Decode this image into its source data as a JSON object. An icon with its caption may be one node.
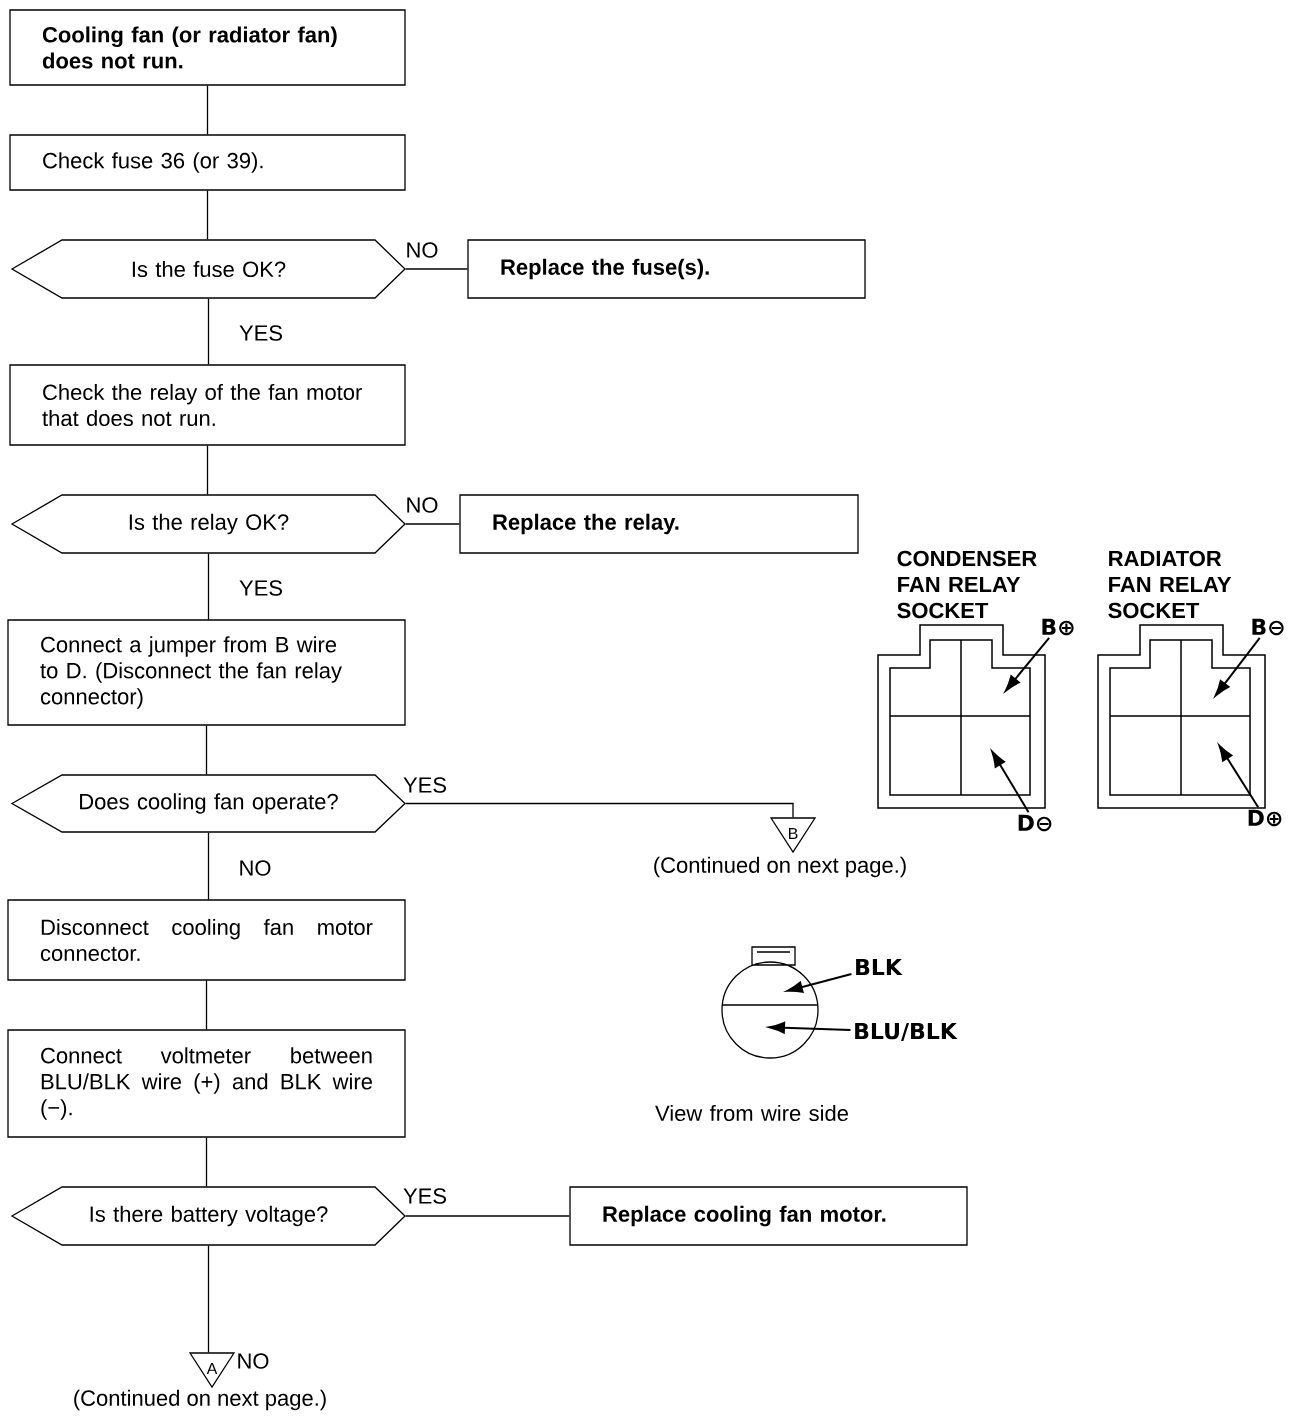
{
  "diagram": {
    "nodes": [
      {
        "text": [
          "Cooling fan (or radiator fan) does not run."
        ]
      },
      {
        "text": [
          "Check fuse 36 (or 39)."
        ]
      },
      {
        "text": [
          "Is the fuse OK?"
        ]
      },
      {
        "text": [
          "Replace the fuse(s)."
        ]
      },
      {
        "text": [
          "Check the relay of the fan motor that does not run."
        ]
      },
      {
        "text": [
          "Is the relay OK?"
        ]
      },
      {
        "text": [
          "Replace the relay."
        ]
      },
      {
        "text": [
          "Connect a jumper from B wire to D. (Disconnect the fan relay connector)"
        ]
      },
      {
        "text": [
          "Does cooling fan operate?"
        ]
      },
      {
        "text": [
          "B"
        ],
        "beside": [
          "(Continued on next page.)"
        ]
      },
      {
        "text": [
          "Disconnect cooling fan motor connector."
        ]
      },
      {
        "text": [
          "Connect voltmeter between BLU/BLK wire (+) and BLK wire (−)."
        ]
      },
      {
        "text": [
          "Is there battery voltage?"
        ]
      },
      {
        "text": [
          "Replace cooling fan motor."
        ]
      },
      {
        "text": [
          "A"
        ],
        "beside": [
          "(Continued on next page.)"
        ]
      },
      {
        "text": [
          "B⊕"
        ]
      },
      {
        "text": [
          "D⊖"
        ]
      },
      {
        "text": [
          "B⊖"
        ]
      },
      {
        "text": [
          "D⊕"
        ]
      },
      {
        "text": [
          "BLK"
        ]
      },
      {
        "text": [
          "BLU/BLK"
        ]
      }
    ],
    "edges": [
      {
        "from": 0,
        "to": 1,
        "arrow": "none"
      },
      {
        "from": 1,
        "to": 2,
        "arrow": "none"
      },
      {
        "from": 2,
        "to": 3,
        "arrow": "none",
        "label": "NO"
      },
      {
        "from": 2,
        "to": 4,
        "arrow": "none",
        "label": "YES"
      },
      {
        "from": 4,
        "to": 5,
        "arrow": "none"
      },
      {
        "from": 5,
        "to": 6,
        "arrow": "none",
        "label": "NO"
      },
      {
        "from": 5,
        "to": 7,
        "arrow": "none",
        "label": "YES"
      },
      {
        "from": 7,
        "to": 8,
        "arrow": "none"
      },
      {
        "from": 8,
        "to": 9,
        "arrow": "none",
        "label": "YES"
      },
      {
        "from": 8,
        "to": 10,
        "arrow": "none",
        "label": "NO"
      },
      {
        "from": 10,
        "to": 11,
        "arrow": "none"
      },
      {
        "from": 11,
        "to": 12,
        "arrow": "none"
      },
      {
        "from": 12,
        "to": 13,
        "arrow": "none",
        "label": "YES"
      },
      {
        "from": 12,
        "to": 14,
        "arrow": "none",
        "label": "NO"
      },
      {
        "from": 15,
        "to": null,
        "arrow": "to"
      },
      {
        "from": 16,
        "to": null,
        "arrow": "to"
      },
      {
        "from": 17,
        "to": null,
        "arrow": "to"
      },
      {
        "from": 18,
        "to": null,
        "arrow": "to"
      },
      {
        "from": 19,
        "to": null,
        "arrow": "to"
      },
      {
        "from": 20,
        "to": null,
        "arrow": "to"
      }
    ],
    "labels": [
      "CONDENSER FAN RELAY SOCKET",
      "RADIATOR FAN RELAY SOCKET",
      "View from wire side"
    ]
  }
}
